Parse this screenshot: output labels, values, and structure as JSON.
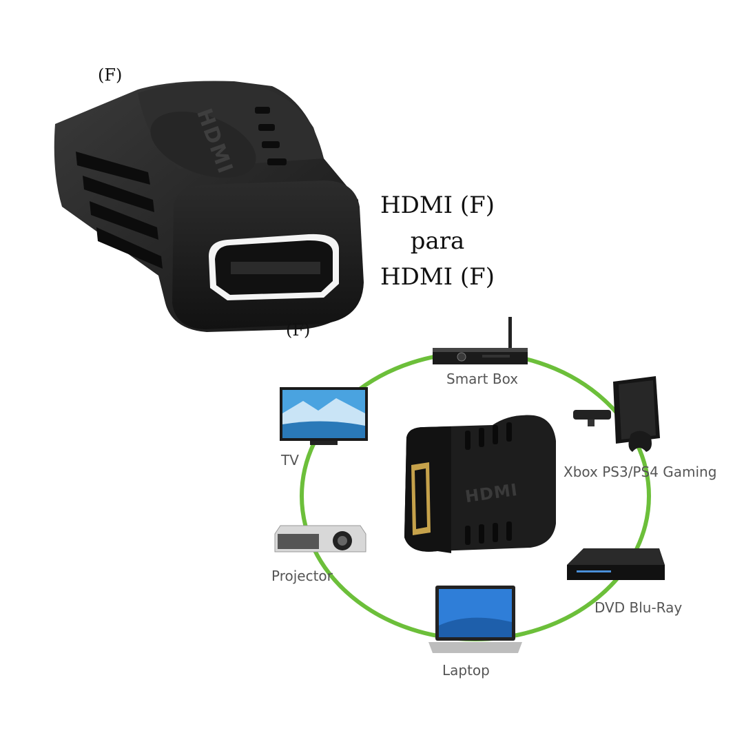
{
  "top_connector": {
    "left_label": "(F)",
    "bottom_label": "(F)",
    "embossed_logo": "HDMI"
  },
  "headline": {
    "line1": "HDMI (F)",
    "line2": "para",
    "line3": "HDMI (F)"
  },
  "diagram": {
    "ring_color": "#6cbf3a",
    "center_logo": "HDMI",
    "devices": [
      {
        "id": "smart-box",
        "label": "Smart Box",
        "icon": "set-top-box-icon"
      },
      {
        "id": "xbox",
        "label": "Xbox PS3/PS4 Gaming",
        "icon": "game-console-icon"
      },
      {
        "id": "dvd",
        "label": "DVD Blu-Ray",
        "icon": "dvd-player-icon"
      },
      {
        "id": "laptop",
        "label": "Laptop",
        "icon": "laptop-icon"
      },
      {
        "id": "projector",
        "label": "Projector",
        "icon": "projector-icon"
      },
      {
        "id": "tv",
        "label": "TV",
        "icon": "tv-icon"
      }
    ]
  }
}
